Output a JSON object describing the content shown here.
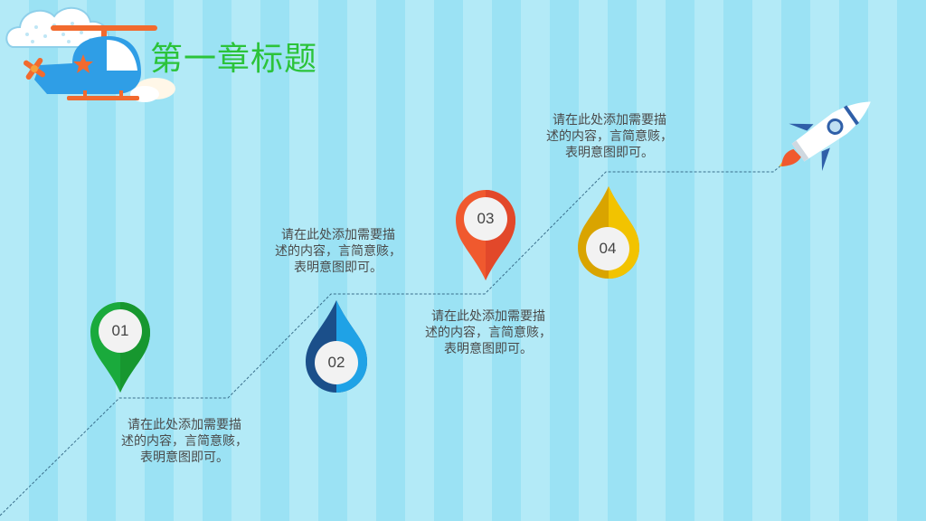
{
  "title": "第一章标题",
  "steps": [
    {
      "number": "01",
      "lines": [
        "请在此处添加需要描",
        "述的内容，言简意赅，",
        "表明意图即可。"
      ],
      "color": "#1aaa3c"
    },
    {
      "number": "02",
      "lines": [
        "请在此处添加需要描",
        "述的内容，言简意赅，",
        "表明意图即可。"
      ],
      "color": "#1b4f8a"
    },
    {
      "number": "03",
      "lines": [
        "请在此处添加需要描",
        "述的内容，言简意赅，",
        "表明意图即可。"
      ],
      "color": "#f0592e"
    },
    {
      "number": "04",
      "lines": [
        "请在此处添加需要描",
        "述的内容，言简意赅，",
        "表明意图即可。"
      ],
      "color": "#f0b800"
    }
  ],
  "icons": [
    "cloud-icon",
    "helicopter-icon",
    "rocket-icon"
  ]
}
